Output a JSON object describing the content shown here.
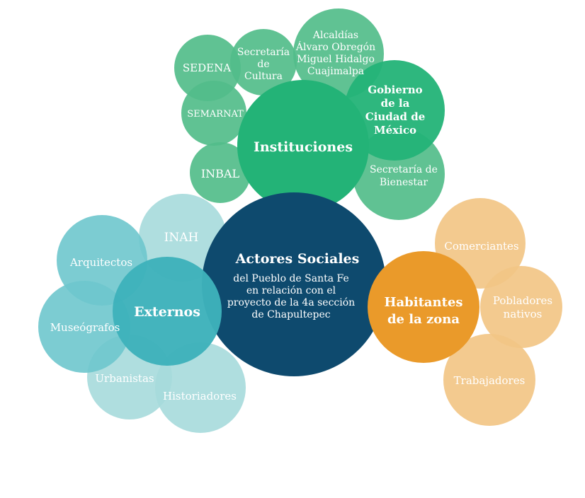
{
  "center": {
    "title": "Actores Sociales",
    "subtitle_lines": [
      "del Pueblo de Santa Fe",
      "en relación con el",
      "proyecto de la 4a sección",
      "de Chapultepec"
    ]
  },
  "instituciones": {
    "label": "Instituciones",
    "items": {
      "sedena": "SEDENA",
      "cultura": [
        "Secretaría",
        "de",
        "Cultura"
      ],
      "alcaldias": [
        "Alcaldías",
        "Álvaro Obregón",
        "Miguel Hidalgo",
        "Cuajimalpa"
      ],
      "gobierno": [
        "Gobierno",
        "de la",
        "Ciudad de",
        "México"
      ],
      "semarnat": "SEMARNAT",
      "inbal": "INBAL",
      "bienestar": [
        "Secretaría de",
        "Bienestar"
      ]
    }
  },
  "externos": {
    "label": "Externos",
    "items": {
      "inah": "INAH",
      "arquitectos": "Arquitectos",
      "museografos": "Museógrafos",
      "urbanistas": "Urbanistas",
      "historiadores": "Historiadores"
    }
  },
  "habitantes": {
    "label": [
      "Habitantes",
      "de la zona"
    ],
    "items": {
      "comerciantes": "Comerciantes",
      "pobladores": [
        "Pobladores",
        "nativos"
      ],
      "trabajadores": "Trabajadores"
    }
  },
  "colors": {
    "center": "#0e4a6e",
    "instituciones_main": "#23b377",
    "instituciones_sat": "#52bd8a",
    "externos_main": "#3eb2bb",
    "externos_sat": "#6ec7cd",
    "externos_light": "#a6dadc",
    "habitantes_main": "#ea9a2a",
    "habitantes_sat": "#f2c585"
  }
}
